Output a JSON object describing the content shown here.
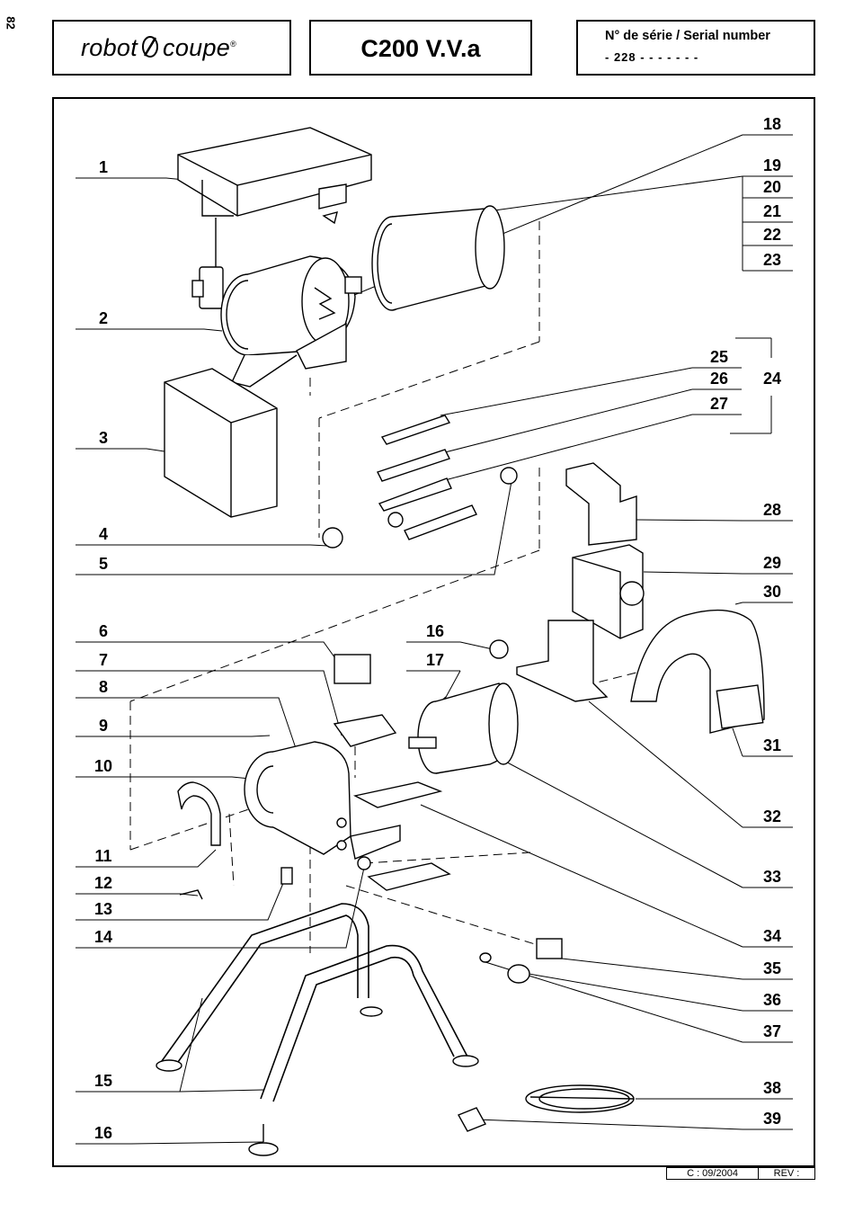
{
  "page_number": "82",
  "header": {
    "logo_brand_left": "robot",
    "logo_brand_right": "coupe",
    "logo_reg": "®",
    "model": "C200 V.V.a",
    "serial_label": "N° de série / Serial number",
    "serial_value": "- 228 - - - - -   - -"
  },
  "parts_left": [
    "1",
    "2",
    "3",
    "4",
    "5",
    "6",
    "7",
    "8",
    "9",
    "10",
    "11",
    "12",
    "13",
    "14",
    "15",
    "16"
  ],
  "parts_right": [
    "18",
    "19",
    "20",
    "21",
    "22",
    "23",
    "25",
    "26",
    "27",
    "24",
    "28",
    "29",
    "30",
    "31",
    "32",
    "33",
    "34",
    "35",
    "36",
    "37",
    "38",
    "39"
  ],
  "parts_inner": [
    "16",
    "17"
  ],
  "footer": {
    "date": "C  : 09/2004",
    "rev": "REV :"
  }
}
